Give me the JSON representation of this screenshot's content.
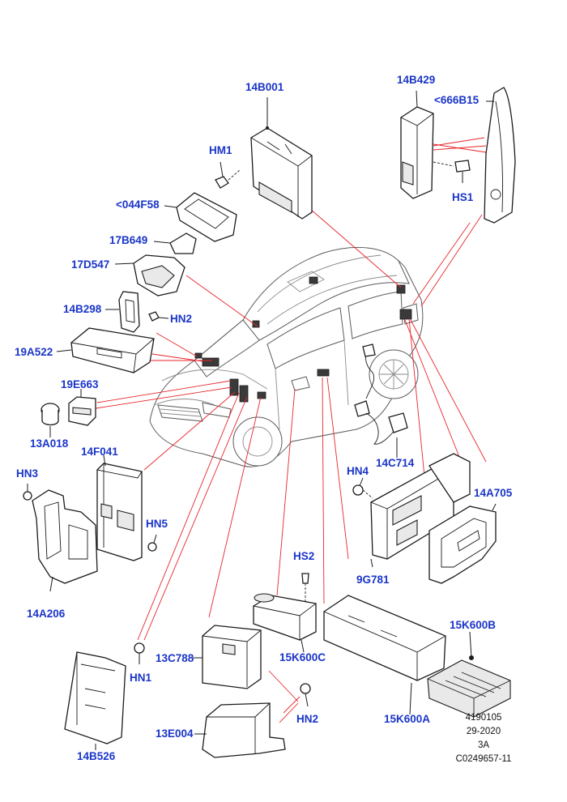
{
  "labels": {
    "l14B001": "14B001",
    "l14B429": "14B429",
    "l666B15": "<666B15",
    "lHM1": "HM1",
    "lHS1": "HS1",
    "l044F58": "<044F58",
    "l17B649": "17B649",
    "l17D547": "17D547",
    "l14B298": "14B298",
    "lHN2a": "HN2",
    "l19A522": "19A522",
    "l19E663": "19E663",
    "l13A018": "13A018",
    "l14F041": "14F041",
    "lHN3": "HN3",
    "lHN5": "HN5",
    "l14A206": "14A206",
    "lHN4": "HN4",
    "l14C714": "14C714",
    "l14A705": "14A705",
    "l9G781": "9G781",
    "lHS2": "HS2",
    "l15K600C": "15K600C",
    "l15K600B": "15K600B",
    "l13C788": "13C788",
    "lHN1": "HN1",
    "lHN2b": "HN2",
    "l13E004": "13E004",
    "l15K600A": "15K600A",
    "l14B526": "14B526"
  },
  "meta": {
    "ref": "4190105",
    "date": "29-2020",
    "rev": "3A",
    "code": "C0249657-11"
  },
  "colors": {
    "label": "#1a35c8",
    "leader_red": "#e8252b",
    "line": "#1b1b1b"
  }
}
